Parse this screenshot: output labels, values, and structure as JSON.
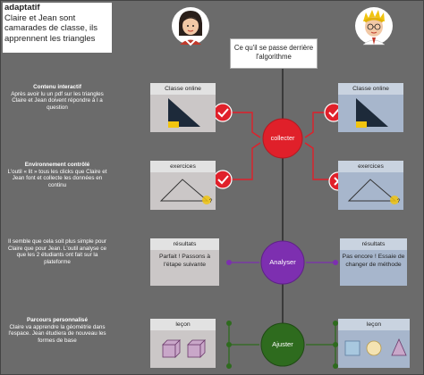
{
  "intro": {
    "title": "adaptatif",
    "text": "Claire et Jean sont camarades de classe, ils apprennent les triangles"
  },
  "callout": {
    "text": "Ce qu'il se passe derrière l'algorithme"
  },
  "left_notes": [
    {
      "title": "Contenu interactif",
      "text": "Après avoir lu un pdf sur les triangles Claire et Jean doivent répondre à l a question"
    },
    {
      "title": "Environnement contrôlé",
      "text": "L'outil « lit » tous les clicks que Claire et Jean font et collecte les données en continu"
    },
    {
      "title": "",
      "text": "Il semble que cela soit plus simple pour Claire que pour Jean. L'outil analyse ce que les 2 étudiants ont fait sur la plateforme"
    },
    {
      "title": "Parcours personnalisé",
      "text": "Claire va apprendre la géométrie dans l'espace. Jean étudiera de nouveau les formes de base"
    }
  ],
  "panels": {
    "classe_left": {
      "title": "Classe online"
    },
    "classe_right": {
      "title": "Classe online"
    },
    "exercices_left": {
      "title": "exercices",
      "q": "?"
    },
    "exercices_right": {
      "title": "exercices",
      "q": "?"
    },
    "resultats_left": {
      "title": "résultats",
      "text": "Parfait ! Passons à l'étape suivante"
    },
    "resultats_right": {
      "title": "résultats",
      "text": "Pas encore ! Essaie de changer de méthode"
    },
    "lecon_left": {
      "title": "leçon"
    },
    "lecon_right": {
      "title": "leçon"
    }
  },
  "nodes": {
    "collecter": "collecter",
    "analyser": "Analyser",
    "ajuster": "Ajuster"
  },
  "colors": {
    "red": "#e0202a",
    "purple": "#7d2fb0",
    "green": "#2e6b1e",
    "frame": "#6b6b6b",
    "square_fill": "#a8c8df"
  }
}
